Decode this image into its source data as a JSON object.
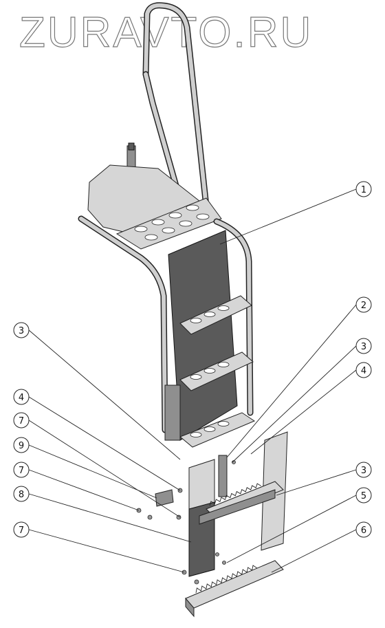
{
  "watermark": "ZURAVTO.RU",
  "callouts": [
    {
      "id": "c1",
      "label": "1"
    },
    {
      "id": "c2",
      "label": "2"
    },
    {
      "id": "c3a",
      "label": "3"
    },
    {
      "id": "c3b",
      "label": "3"
    },
    {
      "id": "c4a",
      "label": "4"
    },
    {
      "id": "c4b",
      "label": "4"
    },
    {
      "id": "c7a",
      "label": "7"
    },
    {
      "id": "c9",
      "label": "9"
    },
    {
      "id": "c3c",
      "label": "3"
    },
    {
      "id": "c7b",
      "label": "7"
    },
    {
      "id": "c5",
      "label": "5"
    },
    {
      "id": "c8",
      "label": "8"
    },
    {
      "id": "c6",
      "label": "6"
    },
    {
      "id": "c7c",
      "label": "7"
    }
  ]
}
